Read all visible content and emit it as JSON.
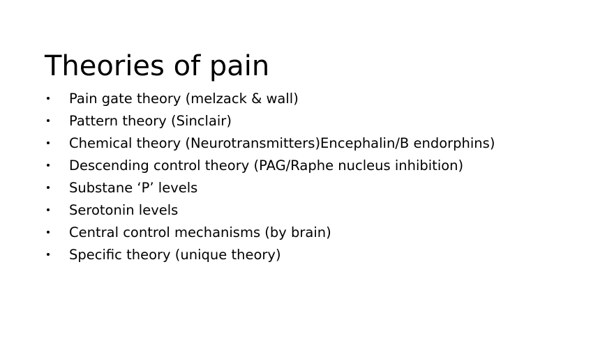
{
  "slide": {
    "background_color": "#ffffff",
    "text_color": "#000000",
    "title": "Theories of pain",
    "bullet_marker": "bullet-dot-icon",
    "bullets": [
      {
        "text": "Pain gate theory (melzack & wall)"
      },
      {
        "text": "Pattern theory (Sinclair)"
      },
      {
        "text": "Chemical theory (Neurotransmitters)Encephalin/B endorphins)"
      },
      {
        "text": "Descending control theory (PAG/Raphe nucleus inhibition)"
      },
      {
        "text": "Substane ‘P’ levels"
      },
      {
        "text": "Serotonin levels"
      },
      {
        "text": "Central control mechanisms (by brain)"
      },
      {
        "text": "Specific theory (unique theory)"
      }
    ]
  }
}
